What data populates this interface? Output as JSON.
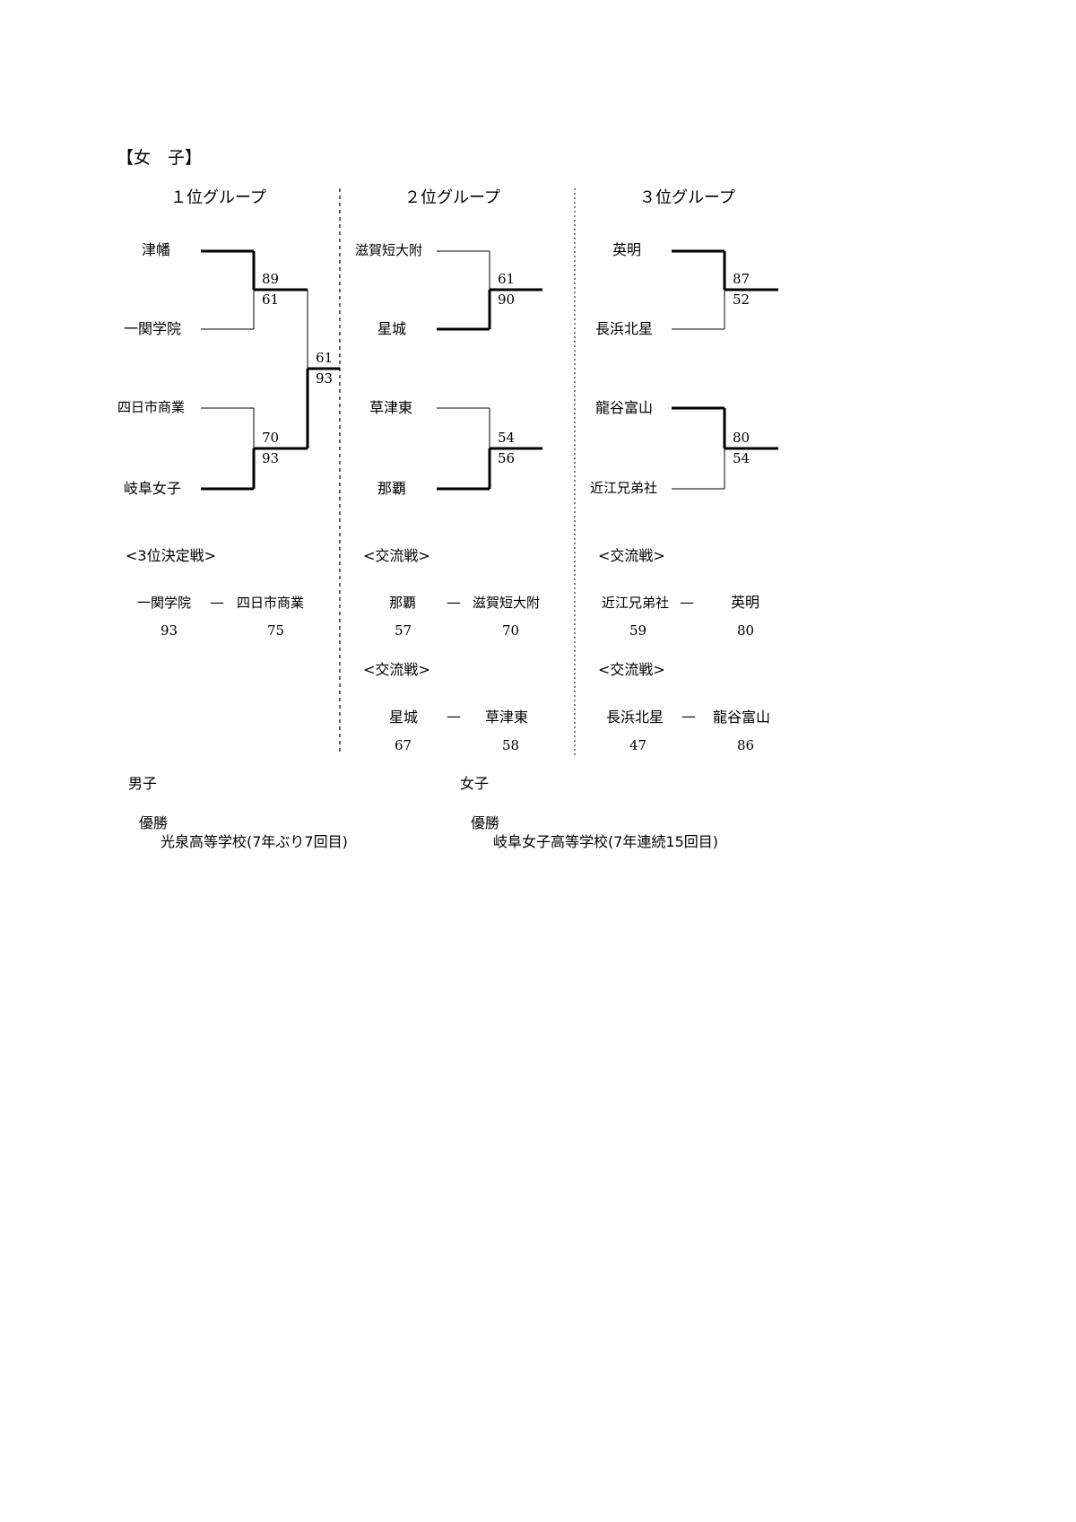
{
  "title": "【女　子】",
  "groups": [
    {
      "header": "１位グループ",
      "teams": [
        "津幡",
        "一関学院",
        "四日市商業",
        "岐阜女子"
      ],
      "scores": [
        {
          "top": "89",
          "bottom": "61"
        },
        {
          "top": "70",
          "bottom": "93"
        },
        {
          "top": "61",
          "bottom": "93"
        }
      ],
      "extra": {
        "label": "<3位決定戦>",
        "left": "一関学院",
        "dash": "—",
        "right": "四日市商業",
        "left_score": "93",
        "right_score": "75"
      }
    },
    {
      "header": "２位グループ",
      "teams": [
        "滋賀短大附",
        "星城",
        "草津東",
        "那覇"
      ],
      "scores": [
        {
          "top": "61",
          "bottom": "90"
        },
        {
          "top": "54",
          "bottom": "56"
        }
      ],
      "extras": [
        {
          "label": "<交流戦>",
          "left": "那覇",
          "dash": "—",
          "right": "滋賀短大附",
          "left_score": "57",
          "right_score": "70"
        },
        {
          "label": "<交流戦>",
          "left": "星城",
          "dash": "—",
          "right": "草津東",
          "left_score": "67",
          "right_score": "58"
        }
      ]
    },
    {
      "header": "３位グループ",
      "teams": [
        "英明",
        "長浜北星",
        "龍谷富山",
        "近江兄弟社"
      ],
      "scores": [
        {
          "top": "87",
          "bottom": "52"
        },
        {
          "top": "80",
          "bottom": "54"
        }
      ],
      "extras": [
        {
          "label": "<交流戦>",
          "left": "近江兄弟社",
          "dash": "—",
          "right": "英明",
          "left_score": "59",
          "right_score": "80"
        },
        {
          "label": "<交流戦>",
          "left": "長浜北星",
          "dash": "—",
          "right": "龍谷富山",
          "left_score": "47",
          "right_score": "86"
        }
      ]
    }
  ],
  "results": {
    "boys": {
      "label": "男子",
      "win_label": "優勝",
      "winner": "光泉高等学校(7年ぶり7回目)"
    },
    "girls": {
      "label": "女子",
      "win_label": "優勝",
      "winner": "岐阜女子高等学校(7年連続15回目)"
    }
  }
}
